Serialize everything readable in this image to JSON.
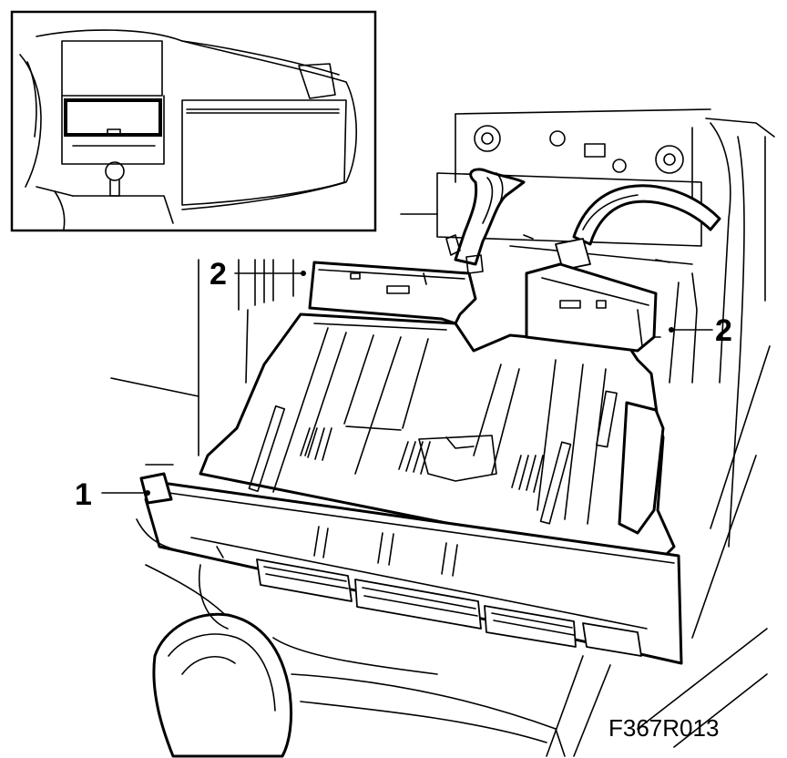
{
  "figure": {
    "figure_code": "F367R013",
    "callouts": [
      {
        "label": "1"
      },
      {
        "label": "2"
      },
      {
        "label": "2"
      }
    ],
    "inset": {
      "icon": "dashboard-overview-icon"
    },
    "main_illustration": {
      "icon": "climate-control-panel-removal-icon"
    }
  }
}
